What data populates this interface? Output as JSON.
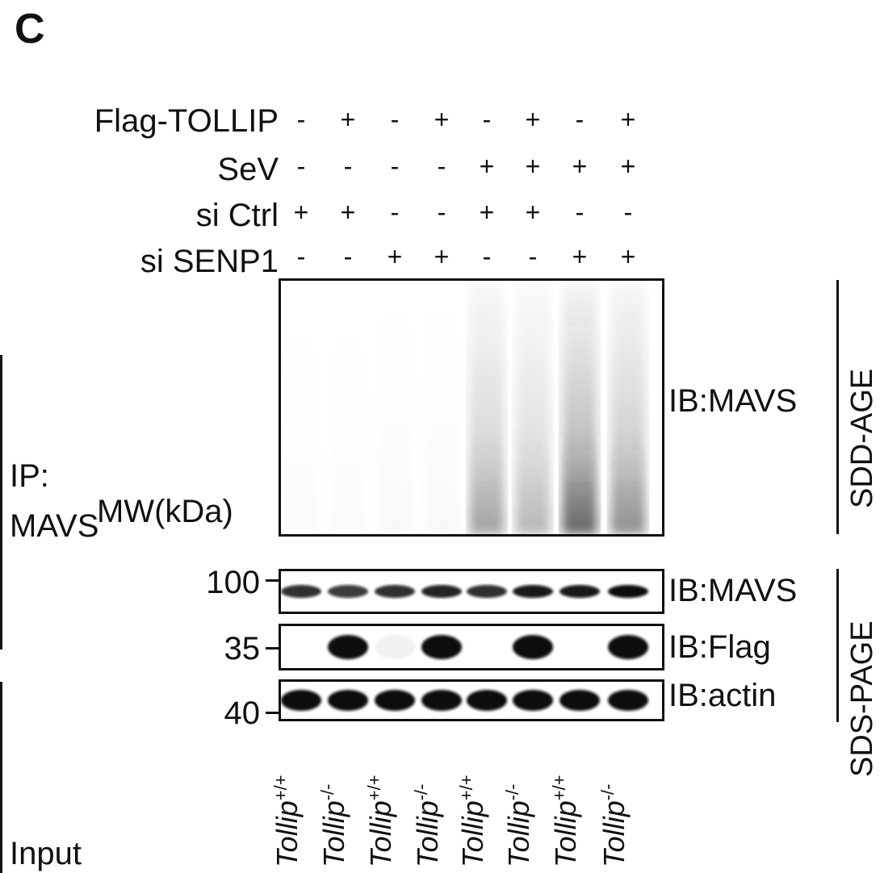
{
  "panel_letter": "C",
  "conditions": [
    {
      "label": "Flag-TOLLIP",
      "signs": [
        "-",
        "+",
        "-",
        "+",
        "-",
        "+",
        "-",
        "+"
      ]
    },
    {
      "label": "SeV",
      "signs": [
        "-",
        "-",
        "-",
        "-",
        "+",
        "+",
        "+",
        "+"
      ]
    },
    {
      "label": "si Ctrl",
      "signs": [
        "+",
        "+",
        "-",
        "-",
        "+",
        "+",
        "-",
        "-"
      ]
    },
    {
      "label": "si SENP1",
      "signs": [
        "-",
        "-",
        "+",
        "+",
        "-",
        "-",
        "+",
        "+"
      ]
    }
  ],
  "left_labels": {
    "ip": "IP:",
    "mavs": "MAVS",
    "input": "Input",
    "mw_header": "MW(kDa)"
  },
  "blots": [
    {
      "ib": "IB:MAVS",
      "mw": ""
    },
    {
      "ib": "IB:MAVS",
      "mw": "100"
    },
    {
      "ib": "IB:Flag",
      "mw": "35"
    },
    {
      "ib": "IB:actin",
      "mw": "40"
    }
  ],
  "gel_labels": {
    "sdd_age": "SDD-AGE",
    "sds_page": "SDS-PAGE"
  },
  "lanes": [
    {
      "gene": "Tollip",
      "genotype": "+/+"
    },
    {
      "gene": "Tollip",
      "genotype": "-/-"
    },
    {
      "gene": "Tollip",
      "genotype": "+/+"
    },
    {
      "gene": "Tollip",
      "genotype": "-/-"
    },
    {
      "gene": "Tollip",
      "genotype": "+/+"
    },
    {
      "gene": "Tollip",
      "genotype": "-/-"
    },
    {
      "gene": "Tollip",
      "genotype": "+/+"
    },
    {
      "gene": "Tollip",
      "genotype": "-/-"
    }
  ],
  "band_levels": {
    "sdd_smear": [
      0.02,
      0.02,
      0.03,
      0.03,
      0.45,
      0.35,
      0.75,
      0.55
    ],
    "mavs": [
      0.85,
      0.8,
      0.85,
      0.9,
      0.85,
      0.95,
      0.95,
      1.0
    ],
    "flag": [
      0.0,
      1.0,
      0.05,
      1.0,
      0.0,
      1.0,
      0.0,
      1.0
    ],
    "actin": [
      1.0,
      1.0,
      1.0,
      1.0,
      1.0,
      1.0,
      1.0,
      1.0
    ]
  }
}
